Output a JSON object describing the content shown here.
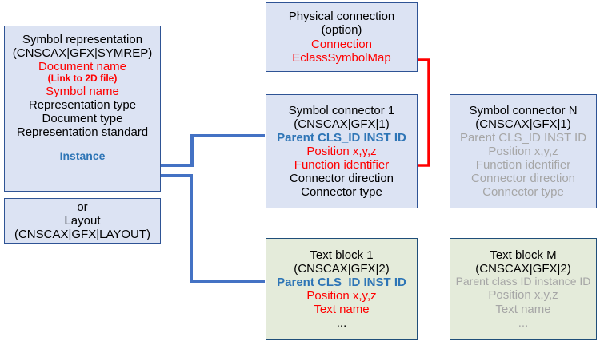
{
  "diagram": {
    "title": "Symbol representation structure diagram",
    "colors": {
      "box_blue_fill": "#dce3f3",
      "box_blue_border": "#2e5395",
      "box_green_fill": "#e4ebda",
      "box_green_border": "#1f4e79",
      "text_red": "#ff0000",
      "text_blue": "#2e75b6",
      "text_gray": "#a6a6a6",
      "connector_blue": "#4472c4",
      "connector_red": "#ff0000"
    }
  },
  "symbol_representation": {
    "lines": [
      {
        "text": "Symbol representation",
        "style": "black"
      },
      {
        "text": "(CNSCAX|GFX|SYMREP)",
        "style": "black"
      },
      {
        "text": "Document name",
        "style": "red"
      },
      {
        "text": "(Link to 2D file)",
        "style": "red-small"
      },
      {
        "text": "Symbol name",
        "style": "red"
      },
      {
        "text": "Representation type",
        "style": "black"
      },
      {
        "text": "Document type",
        "style": "black"
      },
      {
        "text": "Representation standard",
        "style": "black"
      }
    ],
    "instance_label": "Instance"
  },
  "layout_box": {
    "lines": [
      {
        "text": "or",
        "style": "black"
      },
      {
        "text": "Layout",
        "style": "black"
      },
      {
        "text": "(CNSCAX|GFX|LAYOUT)",
        "style": "black"
      }
    ]
  },
  "physical_connection": {
    "lines": [
      {
        "text": "Physical connection",
        "style": "black"
      },
      {
        "text": "(option)",
        "style": "black"
      },
      {
        "text": "Connection",
        "style": "red"
      },
      {
        "text": "EclassSymbolMap",
        "style": "red"
      }
    ]
  },
  "symbol_connector_1": {
    "lines": [
      {
        "text": "Symbol connector 1",
        "style": "black"
      },
      {
        "text": "(CNSCAX|GFX|1)",
        "style": "black"
      },
      {
        "text": "Parent CLS_ID INST ID",
        "style": "blue"
      },
      {
        "text": "Position x,y,z",
        "style": "red"
      },
      {
        "text": "Function identifier",
        "style": "red"
      },
      {
        "text": "Connector direction",
        "style": "black"
      },
      {
        "text": "Connector type",
        "style": "black"
      }
    ]
  },
  "symbol_connector_n": {
    "lines": [
      {
        "text": "Symbol connector N",
        "style": "black"
      },
      {
        "text": "(CNSCAX|GFX|1)",
        "style": "black"
      },
      {
        "text": "Parent CLS_ID INST ID",
        "style": "gray"
      },
      {
        "text": "Position x,y,z",
        "style": "gray"
      },
      {
        "text": "Function identifier",
        "style": "gray"
      },
      {
        "text": "Connector direction",
        "style": "gray"
      },
      {
        "text": "Connector type",
        "style": "gray"
      }
    ]
  },
  "text_block_1": {
    "lines": [
      {
        "text": "Text block 1",
        "style": "black"
      },
      {
        "text": "(CNSCAX|GFX|2)",
        "style": "black"
      },
      {
        "text": "Parent CLS_ID INST ID",
        "style": "blue"
      },
      {
        "text": "Position x,y,z",
        "style": "red"
      },
      {
        "text": "Text name",
        "style": "red"
      },
      {
        "text": "...",
        "style": "black"
      }
    ]
  },
  "text_block_m": {
    "lines": [
      {
        "text": "Text block M",
        "style": "black"
      },
      {
        "text": "(CNSCAX|GFX|2)",
        "style": "black"
      },
      {
        "text": "Parent class ID instance ID",
        "style": "gray"
      },
      {
        "text": "Position x,y,z",
        "style": "gray"
      },
      {
        "text": "Text name",
        "style": "gray"
      },
      {
        "text": "...",
        "style": "gray"
      }
    ]
  }
}
